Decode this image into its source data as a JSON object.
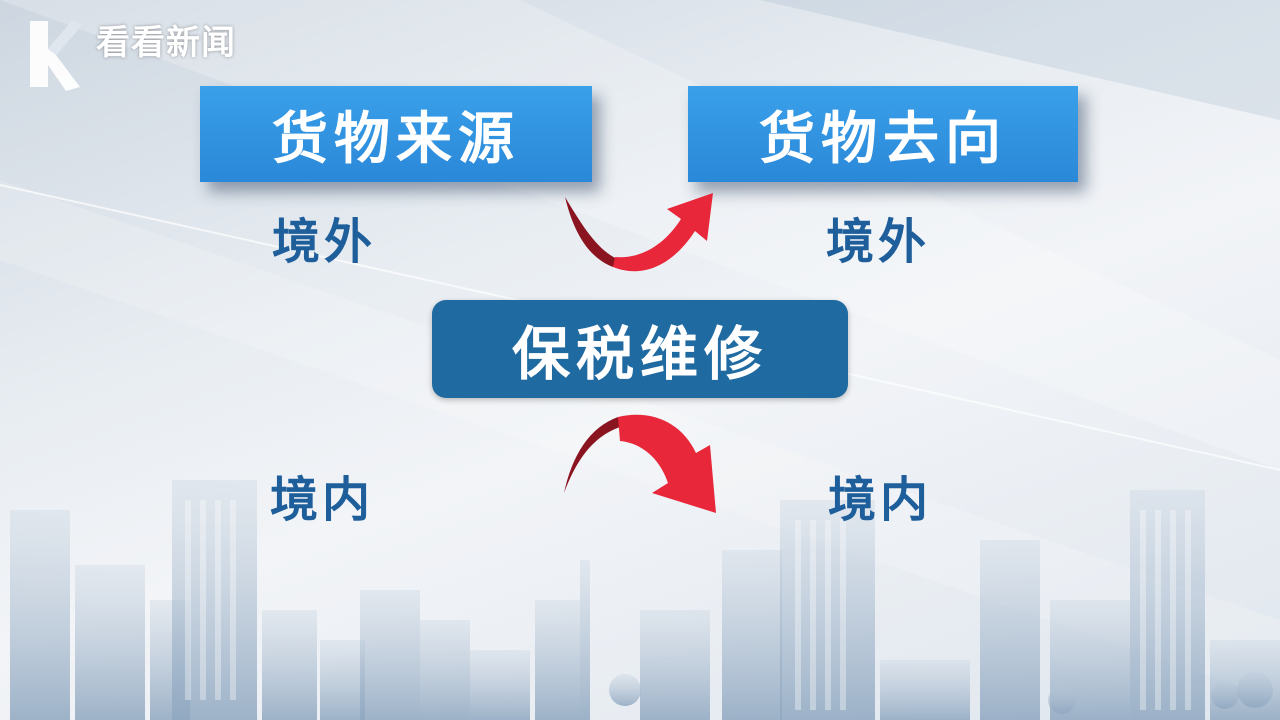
{
  "brand": {
    "name": "看看新闻",
    "logo_icon": "kankan-k-logo-icon"
  },
  "diagram": {
    "source_header": "货物来源",
    "destination_header": "货物去向",
    "center_label": "保税维修",
    "source_top": "境外",
    "source_bottom": "境内",
    "dest_top": "境外",
    "dest_bottom": "境内"
  },
  "colors": {
    "header_blue": "#2a88d8",
    "center_blue": "#1f6aa0",
    "label_blue": "#1e5f9b",
    "arrow_red": "#e8283a",
    "arrow_dark": "#8a1420"
  }
}
